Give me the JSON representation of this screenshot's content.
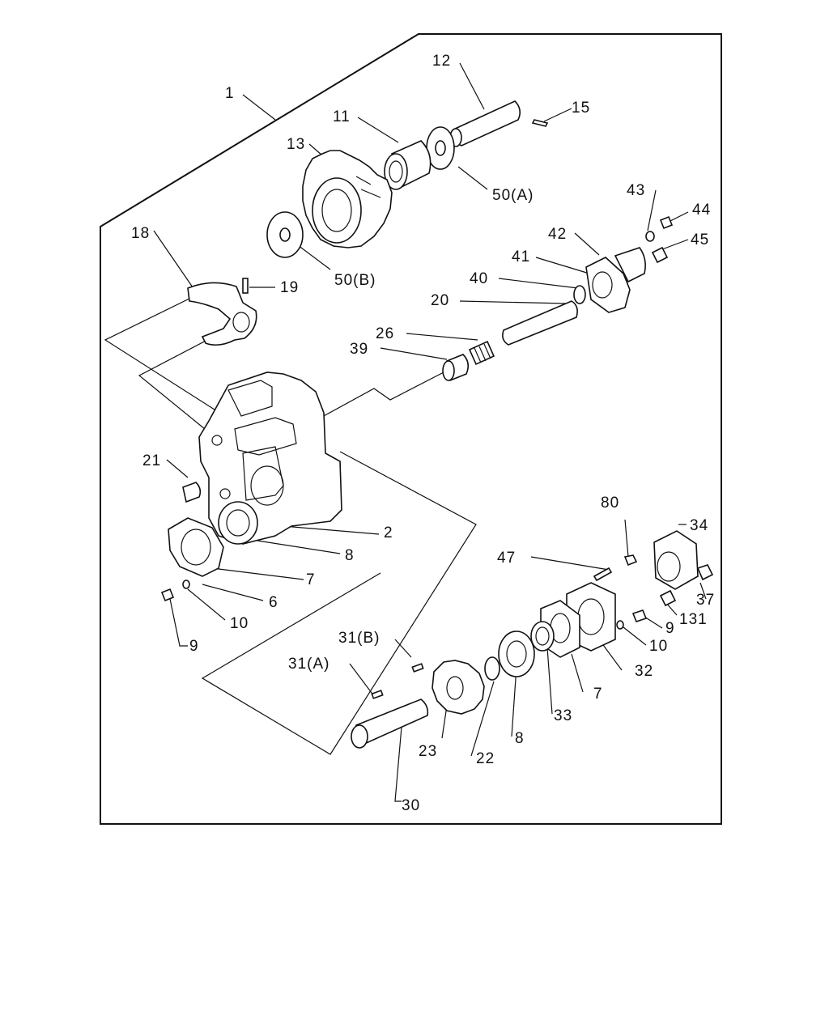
{
  "labels": {
    "l1": "1",
    "l2": "2",
    "l6": "6",
    "l7a": "7",
    "l7b": "7",
    "l8a": "8",
    "l8b": "8",
    "l9a": "9",
    "l9b": "9",
    "l10a": "10",
    "l10b": "10",
    "l11": "11",
    "l12": "12",
    "l13": "13",
    "l15": "15",
    "l18": "18",
    "l19": "19",
    "l20": "20",
    "l21": "21",
    "l22": "22",
    "l23": "23",
    "l26": "26",
    "l30": "30",
    "l31a": "31(A)",
    "l31b": "31(B)",
    "l32": "32",
    "l33": "33",
    "l34": "34",
    "l37": "37",
    "l39": "39",
    "l40": "40",
    "l41": "41",
    "l42": "42",
    "l43": "43",
    "l44": "44",
    "l45": "45",
    "l47": "47",
    "l50a": "50(A)",
    "l50b": "50(B)",
    "l80": "80",
    "l131": "131"
  }
}
